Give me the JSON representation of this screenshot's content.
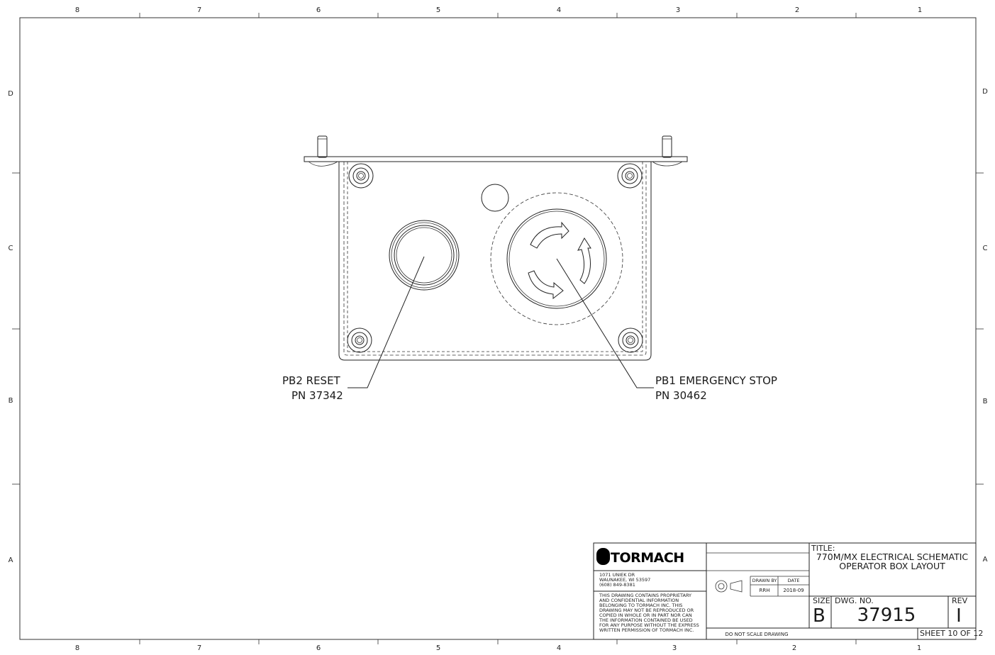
{
  "zones": {
    "columns": [
      "8",
      "7",
      "6",
      "5",
      "4",
      "3",
      "2",
      "1"
    ],
    "rows": [
      "D",
      "C",
      "B",
      "A"
    ]
  },
  "callouts": {
    "reset": {
      "name": "PB2 RESET",
      "part_number": "PN 37342"
    },
    "estop": {
      "name": "PB1 EMERGENCY STOP",
      "part_number": "PN 30462"
    }
  },
  "title_block": {
    "logo": "TORMACH",
    "address": [
      "1071 UNIEK DR",
      "WAUNAKEE, WI 53597",
      "(608) 849-8381"
    ],
    "proprietary_notice": [
      "THIS DRAWING CONTAINS PROPRIETARY",
      "AND CONFIDENTIAL INFORMATION",
      "BELONGING TO TORMACH INC. THIS",
      "DRAWING MAY NOT BE REPRODUCED OR",
      "COPIED IN WHOLE OR IN PART NOR CAN",
      "THE INFORMATION CONTAINED BE USED",
      "FOR ANY PURPOSE WITHOUT THE EXPRESS",
      "WRITTEN PERMISSION OF TORMACH INC."
    ],
    "drawn_by_label": "DRAWN BY",
    "drawn_by": "RRH",
    "date_label": "DATE",
    "date": "2018-09",
    "title_label": "TITLE:",
    "title_lines": [
      "770M/MX ELECTRICAL SCHEMATIC",
      "OPERATOR BOX LAYOUT"
    ],
    "size_label": "SIZE",
    "size": "B",
    "dwg_no_label": "DWG.  NO.",
    "dwg_no": "37915",
    "rev_label": "REV",
    "rev": "I",
    "scale_note": "DO NOT SCALE DRAWING",
    "sheet": "SHEET 10 OF 12"
  }
}
